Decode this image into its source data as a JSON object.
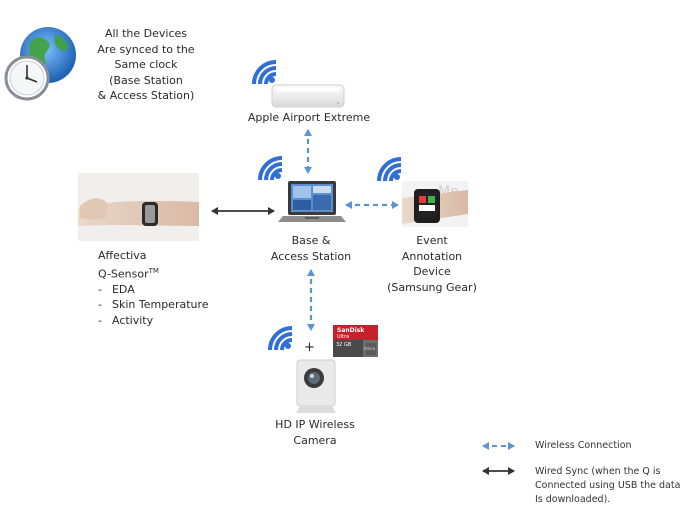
{
  "sync_note": {
    "lines": [
      "All the Devices",
      "Are synced to the",
      "Same clock",
      "(Base Station",
      "& Access Station)"
    ]
  },
  "router": {
    "label": "Apple Airport Extreme"
  },
  "base_station": {
    "lines": [
      "Base &",
      "Access Station"
    ]
  },
  "event_device": {
    "lines": [
      "Event",
      "Annotation",
      "Device",
      "(Samsung Gear)"
    ]
  },
  "sensor": {
    "name": "Affectiva",
    "model": "Q-Sensor",
    "trademark": "TM",
    "features": [
      "EDA",
      "Skin Temperature",
      "Activity"
    ]
  },
  "sd_card": {
    "brand": "SanDisk",
    "sub": "Ultra",
    "capacity": "32 GB",
    "type": "micro"
  },
  "camera": {
    "lines": [
      "HD IP Wireless",
      "Camera"
    ],
    "plus": "+"
  },
  "legend": {
    "wireless": "Wireless Connection",
    "wired_lines": [
      "Wired  Sync (when the Q is",
      "Connected using USB the data",
      "Is downloaded)."
    ]
  },
  "colors": {
    "wireless": "#5b93d4",
    "wired": "#333333",
    "wifi": "#2f6fd6"
  }
}
